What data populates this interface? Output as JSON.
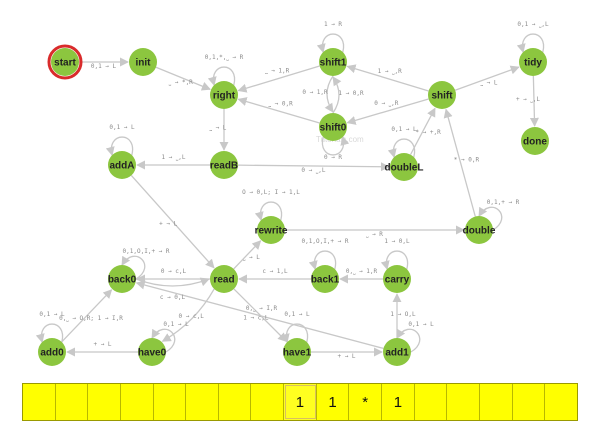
{
  "colors": {
    "node": "#8cc63f",
    "start_ring": "#d92b2b",
    "edge": "#c8c8c8",
    "tape": "#ffff00"
  },
  "watermark": "Tutorials.com",
  "states": [
    {
      "id": "start",
      "label": "start",
      "initial": true
    },
    {
      "id": "init",
      "label": "init"
    },
    {
      "id": "right",
      "label": "right"
    },
    {
      "id": "shift1",
      "label": "shift1"
    },
    {
      "id": "shift0",
      "label": "shift0"
    },
    {
      "id": "shift",
      "label": "shift"
    },
    {
      "id": "tidy",
      "label": "tidy"
    },
    {
      "id": "done",
      "label": "done"
    },
    {
      "id": "addA",
      "label": "addA"
    },
    {
      "id": "readB",
      "label": "readB"
    },
    {
      "id": "doubleL",
      "label": "doubleL"
    },
    {
      "id": "rewrite",
      "label": "rewrite"
    },
    {
      "id": "double",
      "label": "double"
    },
    {
      "id": "back0",
      "label": "back0"
    },
    {
      "id": "read",
      "label": "read"
    },
    {
      "id": "back1",
      "label": "back1"
    },
    {
      "id": "carry",
      "label": "carry"
    },
    {
      "id": "add0",
      "label": "add0"
    },
    {
      "id": "have0",
      "label": "have0"
    },
    {
      "id": "have1",
      "label": "have1"
    },
    {
      "id": "add1",
      "label": "add1"
    }
  ],
  "transitions": [
    {
      "from": "start",
      "to": "init",
      "label": "0,1 → L"
    },
    {
      "from": "init",
      "to": "right",
      "label": "⎵ → *,R"
    },
    {
      "from": "right",
      "to": "right",
      "label": "0,1,*,⎵ → R",
      "loop": true
    },
    {
      "from": "right",
      "to": "readB",
      "label": "⎵ → L"
    },
    {
      "from": "shift1",
      "to": "shift1",
      "label": "1 → R",
      "loop": true
    },
    {
      "from": "shift1",
      "to": "right",
      "label": "⎵ → 1,R"
    },
    {
      "from": "shift1",
      "to": "shift0",
      "label": "0 → 1,R"
    },
    {
      "from": "shift0",
      "to": "shift0",
      "label": "0 → R",
      "loop": true
    },
    {
      "from": "shift0",
      "to": "shift1",
      "label": "1 → 0,R"
    },
    {
      "from": "shift0",
      "to": "right",
      "label": "⎵ → 0,R"
    },
    {
      "from": "shift",
      "to": "shift1",
      "label": "1 → ⎵,R"
    },
    {
      "from": "shift",
      "to": "shift0",
      "label": "0 → ⎵,R"
    },
    {
      "from": "shift",
      "to": "tidy",
      "label": "⎵ → L"
    },
    {
      "from": "tidy",
      "to": "tidy",
      "label": "0,1 → ⎵,L",
      "loop": true
    },
    {
      "from": "tidy",
      "to": "done",
      "label": "+ → ⎵,L"
    },
    {
      "from": "readB",
      "to": "doubleL",
      "label": "0 → ⎵,L"
    },
    {
      "from": "readB",
      "to": "addA",
      "label": "1 → ⎵,L"
    },
    {
      "from": "addA",
      "to": "addA",
      "label": "0,1 → L",
      "loop": true
    },
    {
      "from": "addA",
      "to": "read",
      "label": "+ → L"
    },
    {
      "from": "doubleL",
      "to": "doubleL",
      "label": "0,1 → L",
      "loop": true
    },
    {
      "from": "doubleL",
      "to": "shift",
      "label": "* → +,R"
    },
    {
      "from": "double",
      "to": "double",
      "label": "0,1,+ → R",
      "loop": true
    },
    {
      "from": "double",
      "to": "shift",
      "label": "* → 0,R"
    },
    {
      "from": "rewrite",
      "to": "rewrite",
      "label": "O → 0,L; I → 1,L",
      "loop": true
    },
    {
      "from": "rewrite",
      "to": "double",
      "label": "⎵ → R"
    },
    {
      "from": "read",
      "to": "rewrite",
      "label": "⎵ → L"
    },
    {
      "from": "read",
      "to": "back0",
      "label": "0 → c,L"
    },
    {
      "from": "read",
      "to": "have0",
      "label": "0 → c,L"
    },
    {
      "from": "read",
      "to": "have1",
      "label": "1 → c,L"
    },
    {
      "from": "back0",
      "to": "back0",
      "label": "0,1,O,I,+ → R",
      "loop": true
    },
    {
      "from": "back0",
      "to": "read",
      "label": "c → 0,L"
    },
    {
      "from": "back1",
      "to": "back1",
      "label": "0,1,O,I,+ → R",
      "loop": true
    },
    {
      "from": "back1",
      "to": "read",
      "label": "c → 1,L"
    },
    {
      "from": "carry",
      "to": "carry",
      "label": "1 → 0,L",
      "loop": true
    },
    {
      "from": "carry",
      "to": "back1",
      "label": "0,⎵ → 1,R"
    },
    {
      "from": "add0",
      "to": "add0",
      "label": "0,1 → L",
      "loop": true
    },
    {
      "from": "add0",
      "to": "back0",
      "label": "0,⎵ → O,R; 1 → I,R"
    },
    {
      "from": "have0",
      "to": "have0",
      "label": "0,1 → L",
      "loop": true
    },
    {
      "from": "have0",
      "to": "add0",
      "label": "+ → L"
    },
    {
      "from": "have1",
      "to": "have1",
      "label": "0,1 → L",
      "loop": true
    },
    {
      "from": "have1",
      "to": "add1",
      "label": "+ → L"
    },
    {
      "from": "add1",
      "to": "add1",
      "label": "0,1 → L",
      "loop": true
    },
    {
      "from": "add1",
      "to": "back0",
      "label": "0,⎵ → I,R"
    },
    {
      "from": "add1",
      "to": "carry",
      "label": "1 → O,L"
    }
  ],
  "tape": {
    "cells": [
      "",
      "",
      "",
      "",
      "",
      "",
      "",
      "",
      "1",
      "1",
      "*",
      "1",
      "",
      "",
      "",
      "",
      ""
    ],
    "head_index": 8
  }
}
